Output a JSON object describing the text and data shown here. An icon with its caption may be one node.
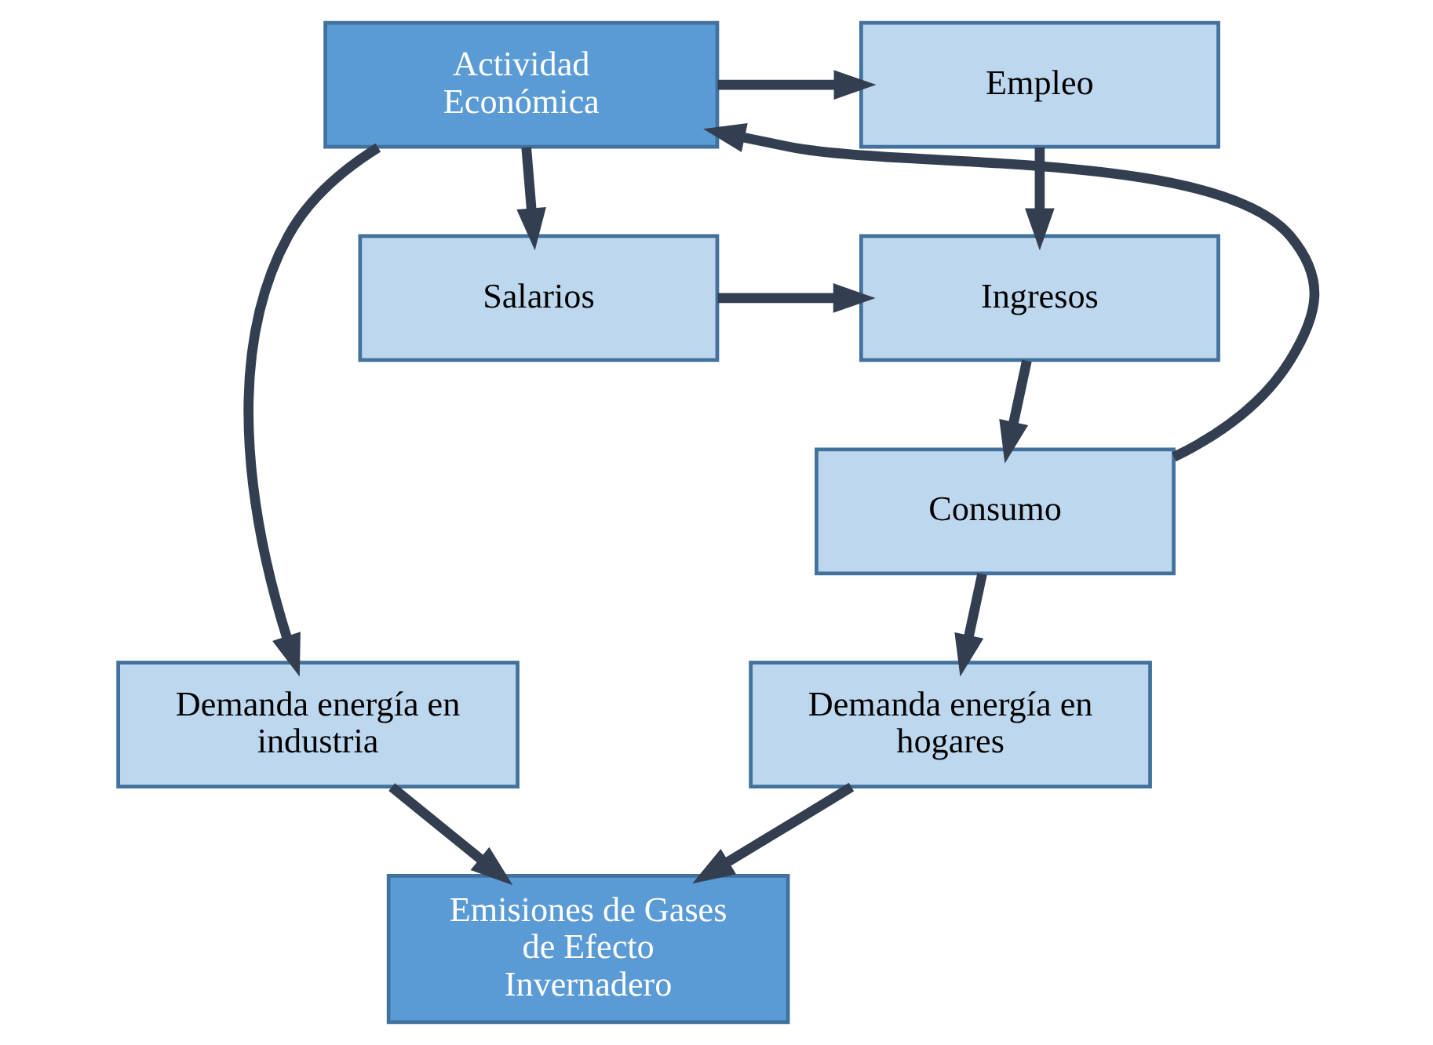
{
  "diagram": {
    "nodes": [
      {
        "text": [
          "Actividad Económica"
        ]
      },
      {
        "text": [
          "Empleo"
        ]
      },
      {
        "text": [
          "Salarios"
        ]
      },
      {
        "text": [
          "Ingresos"
        ]
      },
      {
        "text": [
          "Consumo"
        ]
      },
      {
        "text": [
          "Demanda energía en industria"
        ]
      },
      {
        "text": [
          "Demanda energía en hogares"
        ]
      },
      {
        "text": [
          "Emisiones de Gases de Efecto Invernadero"
        ]
      }
    ],
    "edges": [
      {
        "from": 0,
        "to": 1,
        "arrow": "to"
      },
      {
        "from": 0,
        "to": 2,
        "arrow": "to"
      },
      {
        "from": 1,
        "to": 3,
        "arrow": "to"
      },
      {
        "from": 2,
        "to": 3,
        "arrow": "to"
      },
      {
        "from": 3,
        "to": 4,
        "arrow": "to"
      },
      {
        "from": 4,
        "to": 0,
        "arrow": "to"
      },
      {
        "from": 4,
        "to": 6,
        "arrow": "to"
      },
      {
        "from": 0,
        "to": 5,
        "arrow": "to"
      },
      {
        "from": 5,
        "to": 7,
        "arrow": "to"
      },
      {
        "from": 6,
        "to": 7,
        "arrow": "to"
      }
    ]
  }
}
